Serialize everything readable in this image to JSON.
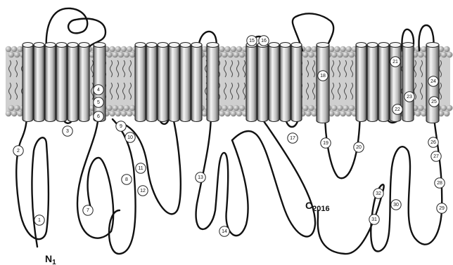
{
  "diagram": {
    "n_terminus": {
      "letter": "N",
      "index": "1"
    },
    "c_terminus": {
      "letter": "C",
      "index": "2016"
    },
    "sites": [
      "1",
      "2",
      "3",
      "4",
      "5",
      "6",
      "7",
      "8",
      "9",
      "10",
      "11",
      "12",
      "13",
      "14",
      "15",
      "16",
      "17",
      "18",
      "19",
      "20",
      "21",
      "22",
      "23",
      "24",
      "25",
      "26",
      "27",
      "28",
      "29",
      "30",
      "31",
      "32"
    ]
  }
}
